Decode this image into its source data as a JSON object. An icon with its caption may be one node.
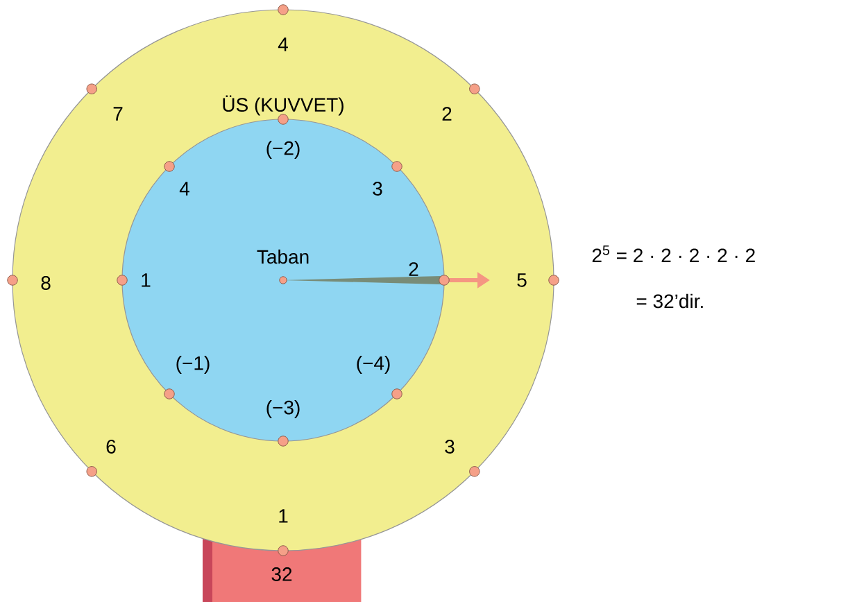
{
  "diagram": {
    "nodes": [
      {
        "text": [
          "ÜS (KUVVET)"
        ]
      },
      {
        "text": [
          "Taban"
        ],
        "in": 0
      },
      {
        "text": [
          "32"
        ]
      }
    ],
    "labels": [
      "4",
      "7",
      "2",
      "(−2)",
      "4",
      "3",
      "8",
      "1",
      "2",
      "5",
      "(−1)",
      "(−4)",
      "(−3)",
      "6",
      "3",
      "1",
      "2$^{5}$ = 2 · 2 · 2 · 2 · 2",
      "= 32’dir."
    ]
  }
}
